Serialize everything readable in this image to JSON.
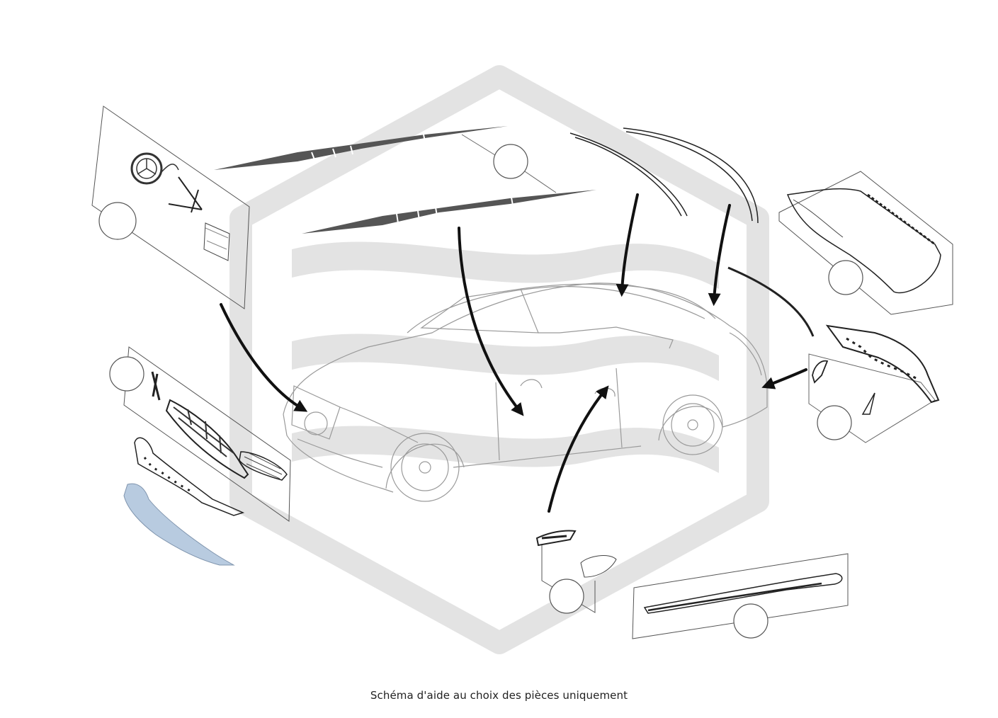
{
  "caption": "Schéma d'aide au choix des pièces uniquement",
  "colors": {
    "watermark": "#e3e3e3",
    "line": "#3a3a3a",
    "car_outline": "#9a9a9a",
    "arrow": "#111111",
    "lip_fill": "#b8cbe0"
  },
  "callouts": [
    {
      "id": "front-emblem-kit"
    },
    {
      "id": "roof-stripes"
    },
    {
      "id": "rear-bumper"
    },
    {
      "id": "front-grille-set"
    },
    {
      "id": "rear-diffuser"
    },
    {
      "id": "mirror-cover"
    },
    {
      "id": "side-skirt"
    }
  ],
  "icons": [
    "watermark-logo",
    "arrow-icon"
  ]
}
